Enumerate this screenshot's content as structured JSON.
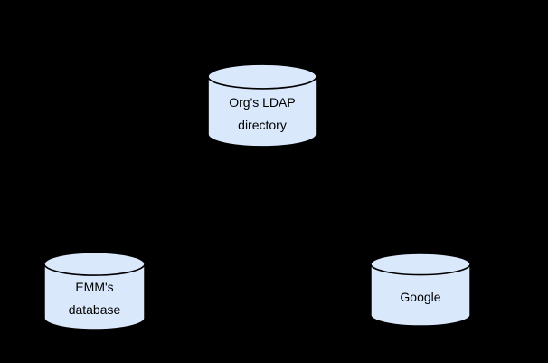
{
  "diagram": {
    "background": "#000000",
    "nodes": {
      "ldap": {
        "type": "database-cylinder",
        "line1": "Org's LDAP",
        "line2": "directory",
        "fill": "#dae8fc"
      },
      "emm": {
        "type": "database-cylinder",
        "line1": "EMM's",
        "line2": "database",
        "fill": "#dae8fc"
      },
      "google": {
        "type": "database-cylinder",
        "line1": "Google",
        "fill": "#dae8fc"
      }
    },
    "colors": {
      "node_fill": "#dae8fc",
      "node_stroke": "#000000",
      "label_text": "#000000",
      "background": "#000000"
    }
  }
}
